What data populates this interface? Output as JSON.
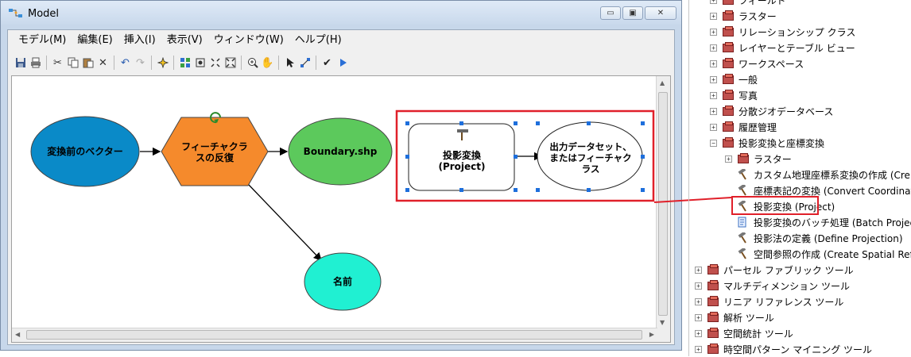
{
  "window": {
    "title": "Model",
    "buttons": {
      "minimize": "▭",
      "maximize": "▣",
      "close": "✕"
    }
  },
  "menu": [
    "モデル(M)",
    "編集(E)",
    "挿入(I)",
    "表示(V)",
    "ウィンドウ(W)",
    "ヘルプ(H)"
  ],
  "toolbar_icons": [
    "save-icon",
    "print-icon",
    "cut-icon",
    "copy-icon",
    "paste-icon",
    "delete-icon",
    "undo-icon",
    "redo-icon",
    "add-data-icon",
    "auto-layout-icon",
    "full-extent-icon",
    "zoom-in-fixed-icon",
    "zoom-out-fixed-icon",
    "zoom-in-icon",
    "pan-icon",
    "select-icon",
    "connect-icon",
    "validate-icon",
    "run-icon"
  ],
  "model": {
    "input_vector": "変換前のベクター",
    "iterator": "フィーチャクラスの反復",
    "boundary": "Boundary.shp",
    "name_var": "名前",
    "project_tool": "投影変換\n(Project)",
    "output_fc": "出力データセット、またはフィーチャクラス",
    "colors": {
      "blue": "#0a8ac8",
      "orange": "#f58a2c",
      "green": "#5cc95c",
      "cyan": "#20f0d2",
      "red": "#e0202a"
    }
  },
  "tree": [
    {
      "label": "フィールド",
      "icon": "toolbox-icon",
      "expander": "+",
      "level": 1
    },
    {
      "label": "ラスター",
      "icon": "toolbox-icon",
      "expander": "+",
      "level": 1
    },
    {
      "label": "リレーションシップ クラス",
      "icon": "toolbox-icon",
      "expander": "+",
      "level": 1
    },
    {
      "label": "レイヤーとテーブル ビュー",
      "icon": "toolbox-icon",
      "expander": "+",
      "level": 1
    },
    {
      "label": "ワークスペース",
      "icon": "toolbox-icon",
      "expander": "+",
      "level": 1
    },
    {
      "label": "一般",
      "icon": "toolbox-icon",
      "expander": "+",
      "level": 1
    },
    {
      "label": "写真",
      "icon": "toolbox-icon",
      "expander": "+",
      "level": 1
    },
    {
      "label": "分散ジオデータベース",
      "icon": "toolbox-icon",
      "expander": "+",
      "level": 1
    },
    {
      "label": "履歴管理",
      "icon": "toolbox-icon",
      "expander": "+",
      "level": 1
    },
    {
      "label": "投影変換と座標変換",
      "icon": "toolbox-icon",
      "expander": "−",
      "level": 1
    },
    {
      "label": "ラスター",
      "icon": "toolbox-icon",
      "expander": "+",
      "level": 2
    },
    {
      "label": "カスタム地理座標系変換の作成 (Cre",
      "icon": "hammer-icon",
      "expander": "",
      "level": 2
    },
    {
      "label": "座標表記の変換 (Convert Coordinat",
      "icon": "hammer-icon",
      "expander": "",
      "level": 2
    },
    {
      "label": "投影変換 (Project)",
      "icon": "hammer-icon",
      "expander": "",
      "level": 2
    },
    {
      "label": "投影変換のバッチ処理 (Batch Projec",
      "icon": "script-icon",
      "expander": "",
      "level": 2
    },
    {
      "label": "投影法の定義 (Define Projection)",
      "icon": "hammer-icon",
      "expander": "",
      "level": 2
    },
    {
      "label": "空間参照の作成 (Create Spatial Ref",
      "icon": "hammer-icon",
      "expander": "",
      "level": 2
    },
    {
      "label": "パーセル ファブリック ツール",
      "icon": "toolbox-icon",
      "expander": "+",
      "level": 0
    },
    {
      "label": "マルチディメンション ツール",
      "icon": "toolbox-icon",
      "expander": "+",
      "level": 0
    },
    {
      "label": "リニア リファレンス ツール",
      "icon": "toolbox-icon",
      "expander": "+",
      "level": 0
    },
    {
      "label": "解析 ツール",
      "icon": "toolbox-icon",
      "expander": "+",
      "level": 0
    },
    {
      "label": "空間統計 ツール",
      "icon": "toolbox-icon",
      "expander": "+",
      "level": 0
    },
    {
      "label": "時空間パターン マイニング ツール",
      "icon": "toolbox-icon",
      "expander": "+",
      "level": 0
    }
  ]
}
